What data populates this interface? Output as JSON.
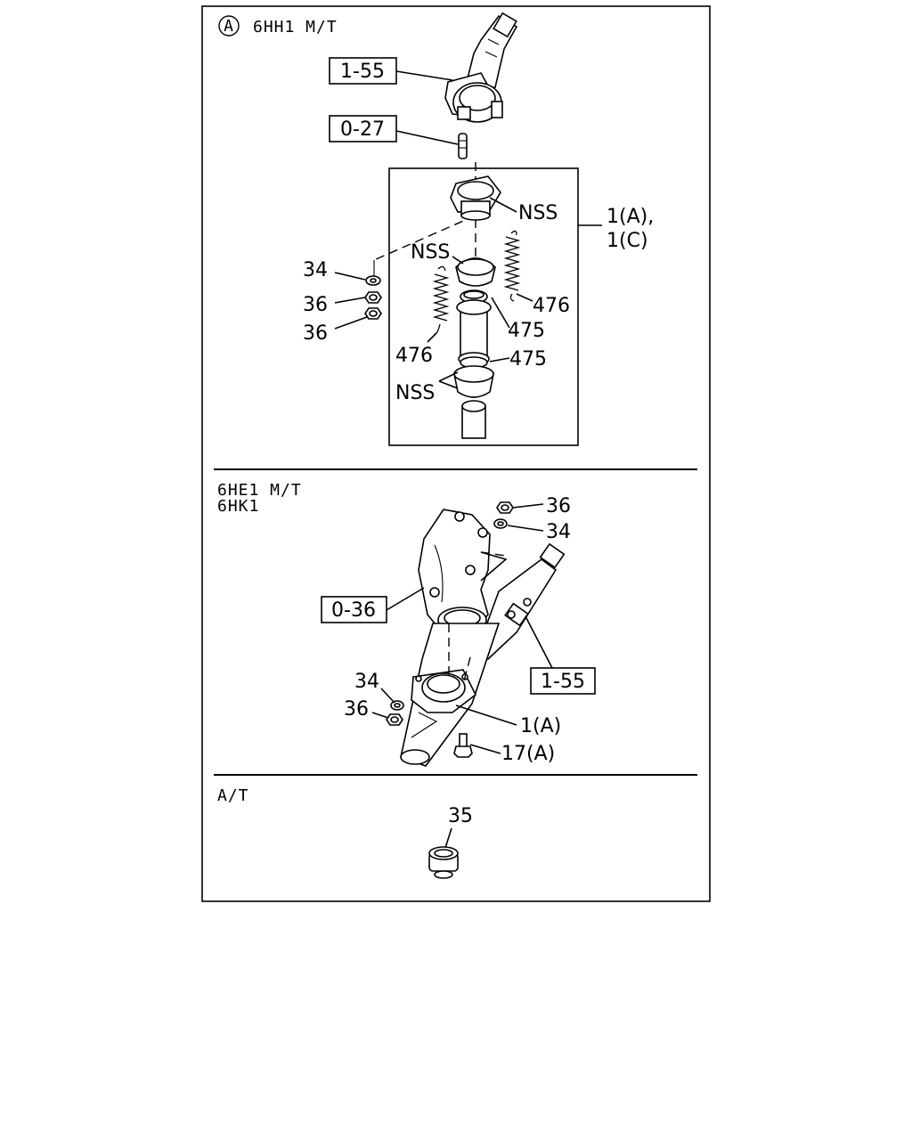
{
  "sections": {
    "top": {
      "marker": "A",
      "title": "6HH1 M/T"
    },
    "middle": {
      "title_line1": "6HE1 M/T",
      "title_line2": "6HK1"
    },
    "bottom": {
      "title": "A/T"
    }
  },
  "callouts": {
    "top": {
      "boxed_1_55": "1-55",
      "boxed_0_27": "0-27",
      "nss_upper": "NSS",
      "kit_line1": "1(A),",
      "kit_line2": "1(C)",
      "nss_middle": "NSS",
      "p34": "34",
      "p36a": "36",
      "p36b": "36",
      "p476_right": "476",
      "p475_upper": "475",
      "p476_left": "476",
      "p475_lower": "475",
      "nss_lower": "NSS"
    },
    "middle": {
      "p36_top": "36",
      "p34_top": "34",
      "boxed_0_36": "0-36",
      "boxed_1_55": "1-55",
      "p34_left": "34",
      "p36_left": "36",
      "p1a": "1(A)",
      "p17a": "17(A)"
    },
    "bottom": {
      "p35": "35"
    }
  }
}
